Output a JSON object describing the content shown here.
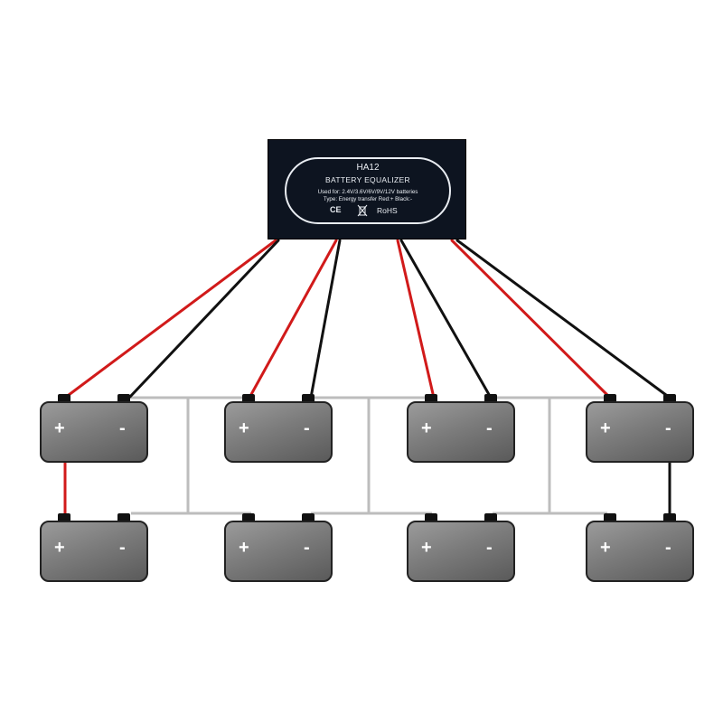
{
  "equalizer": {
    "model": "HA12",
    "name": "BATTERY EQUALIZER",
    "used_for": "Used for: 2.4V/3.6V/6V/9V/12V batteries",
    "type": "Type: Energy transfer    Red:+ Black:-",
    "ce_mark": "CE",
    "weee_icon": "crossed-bin-icon",
    "rohs": "RoHS"
  },
  "batteries": [
    {
      "pos_label": "+",
      "neg_label": "-"
    },
    {
      "pos_label": "+",
      "neg_label": "-"
    },
    {
      "pos_label": "+",
      "neg_label": "-"
    },
    {
      "pos_label": "+",
      "neg_label": "-"
    },
    {
      "pos_label": "+",
      "neg_label": "-"
    },
    {
      "pos_label": "+",
      "neg_label": "-"
    },
    {
      "pos_label": "+",
      "neg_label": "-"
    },
    {
      "pos_label": "+",
      "neg_label": "-"
    }
  ],
  "colors": {
    "positive_wire": "#d11a1a",
    "negative_wire": "#111111",
    "link_wire": "#bdbdbd",
    "equalizer_body": "#0d1420"
  }
}
